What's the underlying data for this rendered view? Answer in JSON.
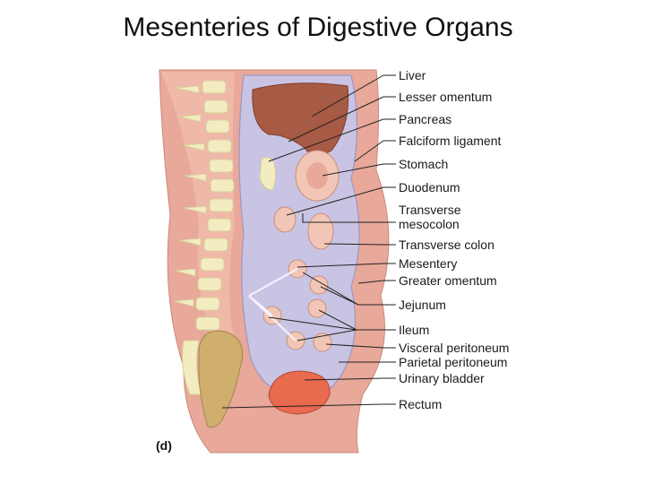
{
  "title": "Mesenteries of Digestive Organs",
  "panel_label": "(d)",
  "labels": {
    "liver": "Liver",
    "lesser_omentum": "Lesser omentum",
    "pancreas": "Pancreas",
    "falciform_ligament": "Falciform ligament",
    "stomach": "Stomach",
    "duodenum": "Duodenum",
    "transverse_mesocolon_1": "Transverse",
    "transverse_mesocolon_2": "mesocolon",
    "transverse_colon": "Transverse colon",
    "mesentery": "Mesentery",
    "greater_omentum": "Greater omentum",
    "jejunum": "Jejunum",
    "ileum": "Ileum",
    "visceral_peritoneum": "Visceral peritoneum",
    "parietal_peritoneum": "Parietal peritoneum",
    "urinary_bladder": "Urinary bladder",
    "rectum": "Rectum"
  },
  "colors": {
    "body_wall": "#e8a89a",
    "cavity": "#c9c4e3",
    "vertebra": "#f3ecc0",
    "liver": "#a75a44",
    "organ_pink": "#f2c6b6",
    "rectum": "#cfae6e",
    "bladder": "#e86a4f"
  }
}
